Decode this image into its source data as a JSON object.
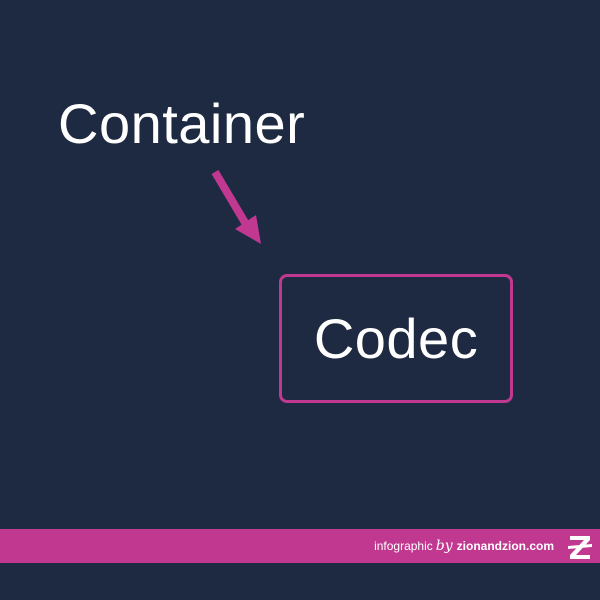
{
  "diagram": {
    "container_label": "Container",
    "codec_label": "Codec"
  },
  "footer": {
    "credit_prefix": "infographic",
    "credit_by": "by",
    "credit_brand": "zionandzion.com",
    "logo_icon": "zionandzion-z-logo-icon"
  },
  "colors": {
    "background": "#1e2a42",
    "accent": "#c0388f",
    "text": "#ffffff"
  }
}
